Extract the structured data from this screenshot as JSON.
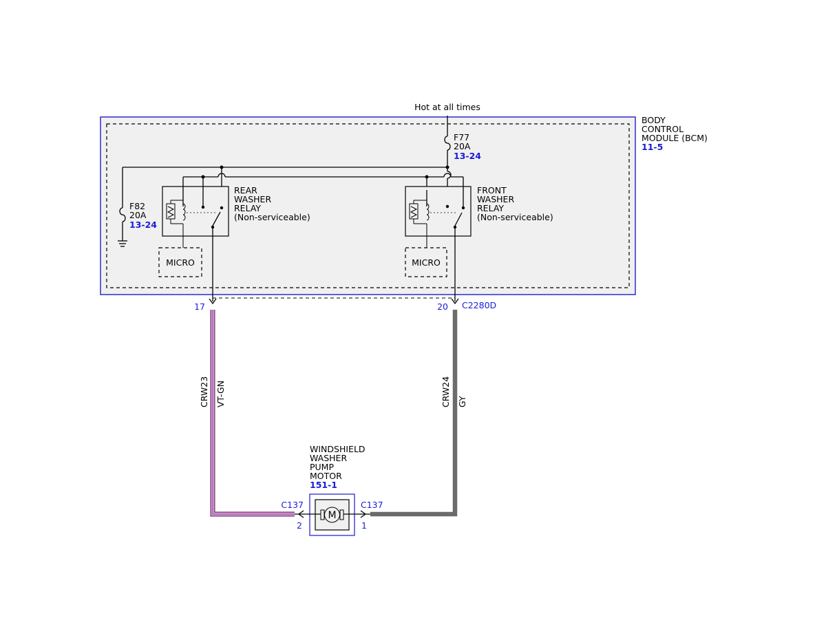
{
  "supply": {
    "label": "Hot at all times"
  },
  "bcm": {
    "name_lines": [
      "BODY",
      "CONTROL",
      "MODULE (BCM)"
    ],
    "ref": "11-5",
    "border_color": "#2a2ad0"
  },
  "fuses": [
    {
      "id": "F77",
      "rating": "20A",
      "ref": "13-24"
    },
    {
      "id": "F82",
      "rating": "20A",
      "ref": "13-24"
    }
  ],
  "relays": {
    "rear": {
      "lines": [
        "REAR",
        "WASHER",
        "RELAY",
        "(Non-serviceable)"
      ]
    },
    "front": {
      "lines": [
        "FRONT",
        "WASHER",
        "RELAY",
        "(Non-serviceable)"
      ]
    }
  },
  "micro_label": "MICRO",
  "connector_c2280d": {
    "name": "C2280D",
    "pin_rear": "17",
    "pin_front": "20"
  },
  "wires": [
    {
      "circuit": "CRW23",
      "color_code": "VT-GN",
      "color": "#c77fc7"
    },
    {
      "circuit": "CRW24",
      "color_code": "GY",
      "color": "#7a7a7a"
    }
  ],
  "motor": {
    "lines": [
      "WINDSHIELD",
      "WASHER",
      "PUMP",
      "MOTOR"
    ],
    "ref": "151-1",
    "symbol": "M",
    "connector": "C137",
    "pin_left": "2",
    "pin_right": "1"
  }
}
